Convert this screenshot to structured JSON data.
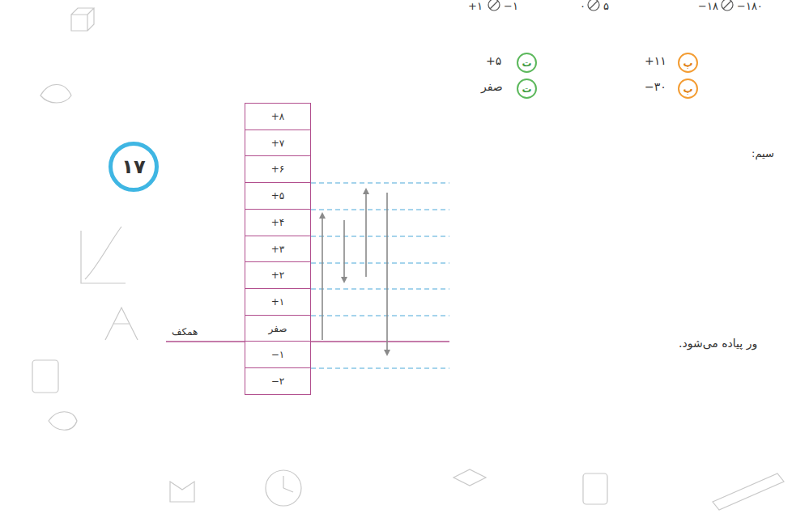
{
  "diagram": {
    "nodes": [
      {
        "text": [
          "+۸"
        ]
      },
      {
        "text": [
          "+۷"
        ]
      },
      {
        "text": [
          "+۶"
        ]
      },
      {
        "text": [
          "+۵"
        ]
      },
      {
        "text": [
          "+۴"
        ]
      },
      {
        "text": [
          "+۳"
        ]
      },
      {
        "text": [
          "+۲"
        ]
      },
      {
        "text": [
          "+۱"
        ]
      },
      {
        "text": [
          "صفر"
        ]
      },
      {
        "text": [
          "−۱"
        ]
      },
      {
        "text": [
          "−۲"
        ]
      },
      {
        "text": [
          "۱۷"
        ]
      },
      {
        "text": [
          "ت"
        ]
      },
      {
        "text": [
          "پ"
        ]
      },
      {
        "text": [
          "ت"
        ]
      },
      {
        "text": [
          "پ"
        ]
      }
    ],
    "labels": [
      "+۱",
      "−۱",
      "۰",
      "۵",
      "−۱۸",
      "−۱۸۰",
      "+۵",
      "+۱۱",
      "صفر",
      "−۳۰",
      "سیم:",
      "همکف",
      "ور پیاده می‌شود."
    ]
  }
}
